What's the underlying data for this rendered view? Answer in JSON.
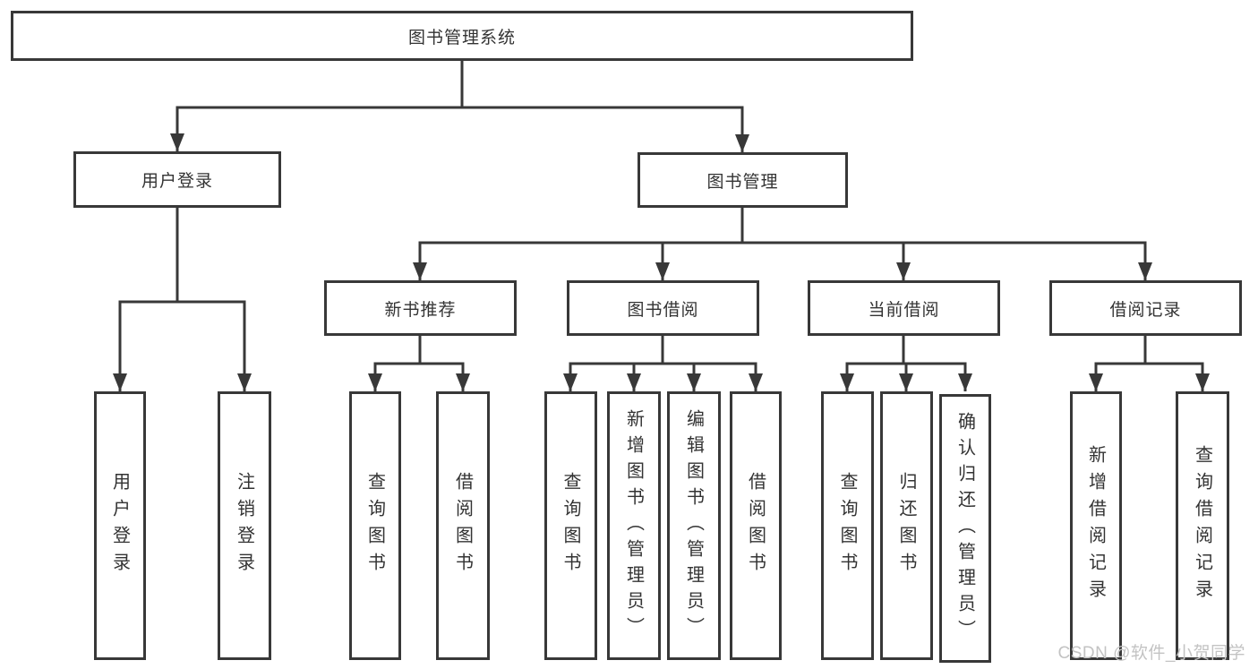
{
  "diagram_title": "图书管理系统",
  "nodes": {
    "root": "图书管理系统",
    "user_login": "用户登录",
    "book_mgmt": "图书管理",
    "new_book_rec": "新书推荐",
    "book_borrow": "图书借阅",
    "current_borrow": "当前借阅",
    "borrow_records": "借阅记录",
    "leaf_user_login": "用户登录",
    "leaf_logout": "注销登录",
    "leaf_query_book_1": "查询图书",
    "leaf_borrow_book_1": "借阅图书",
    "leaf_query_book_2": "查询图书",
    "leaf_add_book": "新增图书（管理员）",
    "leaf_edit_book": "编辑图书（管理员）",
    "leaf_borrow_book_2": "借阅图书",
    "leaf_query_book_3": "查询图书",
    "leaf_return_book": "归还图书",
    "leaf_confirm_return": "确认归还（管理员）",
    "leaf_add_record": "新增借阅记录",
    "leaf_query_record": "查询借阅记录"
  },
  "watermark": "CSDN @软件_小贺同学",
  "colors": {
    "line": "#383838",
    "text": "#333333",
    "box_background": "#ffffff",
    "watermark": "#c3c3c3"
  }
}
